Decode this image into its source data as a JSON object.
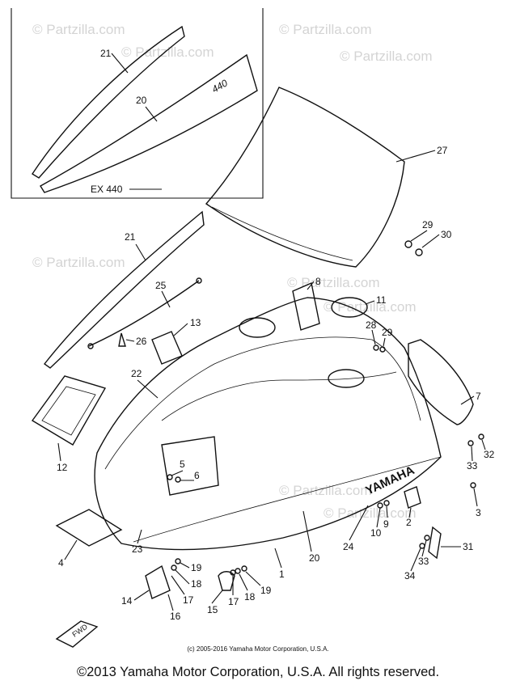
{
  "watermark_text": "© Partzilla.com",
  "diagram": {
    "model_label": "EX 440",
    "brand_decal": "YAMAHA",
    "fwd_label": "FWD",
    "part_numbers": [
      "21",
      "20",
      "27",
      "29",
      "30",
      "21",
      "25",
      "26",
      "13",
      "8",
      "11",
      "28",
      "29",
      "22",
      "7",
      "32",
      "33",
      "12",
      "5",
      "6",
      "3",
      "24",
      "10",
      "9",
      "2",
      "4",
      "23",
      "20",
      "1",
      "31",
      "19",
      "18",
      "33",
      "34",
      "14",
      "17",
      "16",
      "15",
      "17",
      "18",
      "19"
    ]
  },
  "footer": {
    "small_copyright": "(c) 2005-2016 Yamaha Motor Corporation, U.S.A.",
    "copyright": "©2013 Yamaha Motor Corporation, U.S.A. All rights reserved."
  }
}
